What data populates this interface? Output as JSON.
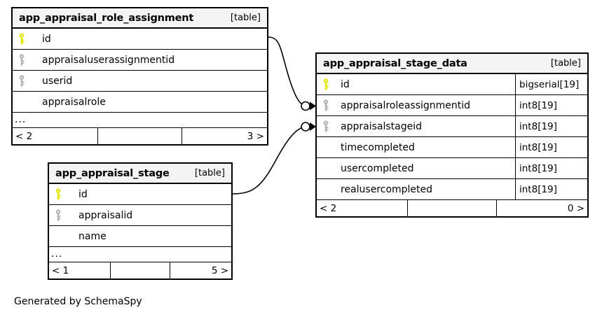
{
  "diagram": {
    "footer_note": "Generated by SchemaSpy",
    "kind_label": "[table]",
    "more_glyph": "...",
    "colors": {
      "primary_key": "#e3e300",
      "foreign_key": "#b0b0b0",
      "header_bg": "#f4f4f4",
      "border": "#000000",
      "background": "#ffffff"
    }
  },
  "tables": [
    {
      "id": "app_appraisal_role_assignment",
      "name": "app_appraisal_role_assignment",
      "kind": "[table]",
      "columns": [
        {
          "key": "primary",
          "name": "id",
          "type": ""
        },
        {
          "key": "foreign",
          "name": "appraisaluserassignmentid",
          "type": ""
        },
        {
          "key": "foreign",
          "name": "userid",
          "type": ""
        },
        {
          "key": "none",
          "name": "appraisalrole",
          "type": ""
        }
      ],
      "has_more": true,
      "footer": {
        "left": "< 2",
        "middle": "",
        "right": "3 >"
      }
    },
    {
      "id": "app_appraisal_stage_data",
      "name": "app_appraisal_stage_data",
      "kind": "[table]",
      "columns": [
        {
          "key": "primary",
          "name": "id",
          "type": "bigserial[19]"
        },
        {
          "key": "foreign",
          "name": "appraisalroleassignmentid",
          "type": "int8[19]"
        },
        {
          "key": "foreign",
          "name": "appraisalstageid",
          "type": "int8[19]"
        },
        {
          "key": "none",
          "name": "timecompleted",
          "type": "int8[19]"
        },
        {
          "key": "none",
          "name": "usercompleted",
          "type": "int8[19]"
        },
        {
          "key": "none",
          "name": "realusercompleted",
          "type": "int8[19]"
        }
      ],
      "has_more": false,
      "footer": {
        "left": "< 2",
        "middle": "",
        "right": "0 >"
      }
    },
    {
      "id": "app_appraisal_stage",
      "name": "app_appraisal_stage",
      "kind": "[table]",
      "columns": [
        {
          "key": "primary",
          "name": "id",
          "type": ""
        },
        {
          "key": "foreign",
          "name": "appraisalid",
          "type": ""
        },
        {
          "key": "none",
          "name": "name",
          "type": ""
        }
      ],
      "has_more": true,
      "footer": {
        "left": "< 1",
        "middle": "",
        "right": "5 >"
      }
    }
  ],
  "relationships": [
    {
      "from_table": "app_appraisal_role_assignment",
      "from_column": "id",
      "to_table": "app_appraisal_stage_data",
      "to_column": "appraisalroleassignmentid"
    },
    {
      "from_table": "app_appraisal_stage",
      "from_column": "id",
      "to_table": "app_appraisal_stage_data",
      "to_column": "appraisalstageid"
    }
  ]
}
